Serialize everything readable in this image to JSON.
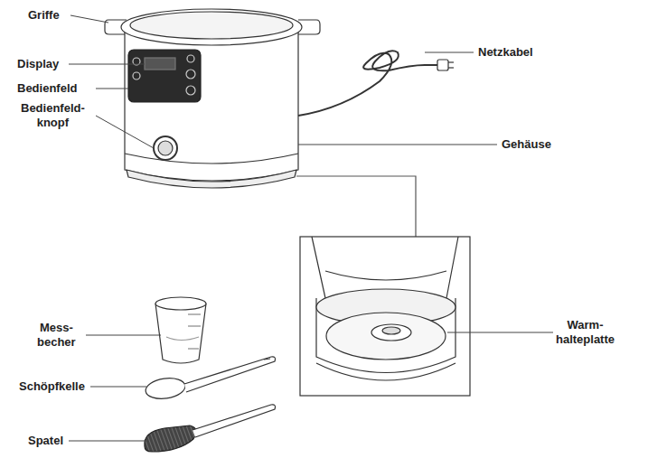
{
  "diagram": {
    "labels": [
      "Griffe",
      "Display",
      "Bedienfeld",
      "Bedienfeld- knopf",
      "Netzkabel",
      "Gehäuse",
      "Mess- becher",
      "Warm- halteplatte",
      "Schöpfkelle",
      "Spatel"
    ]
  }
}
